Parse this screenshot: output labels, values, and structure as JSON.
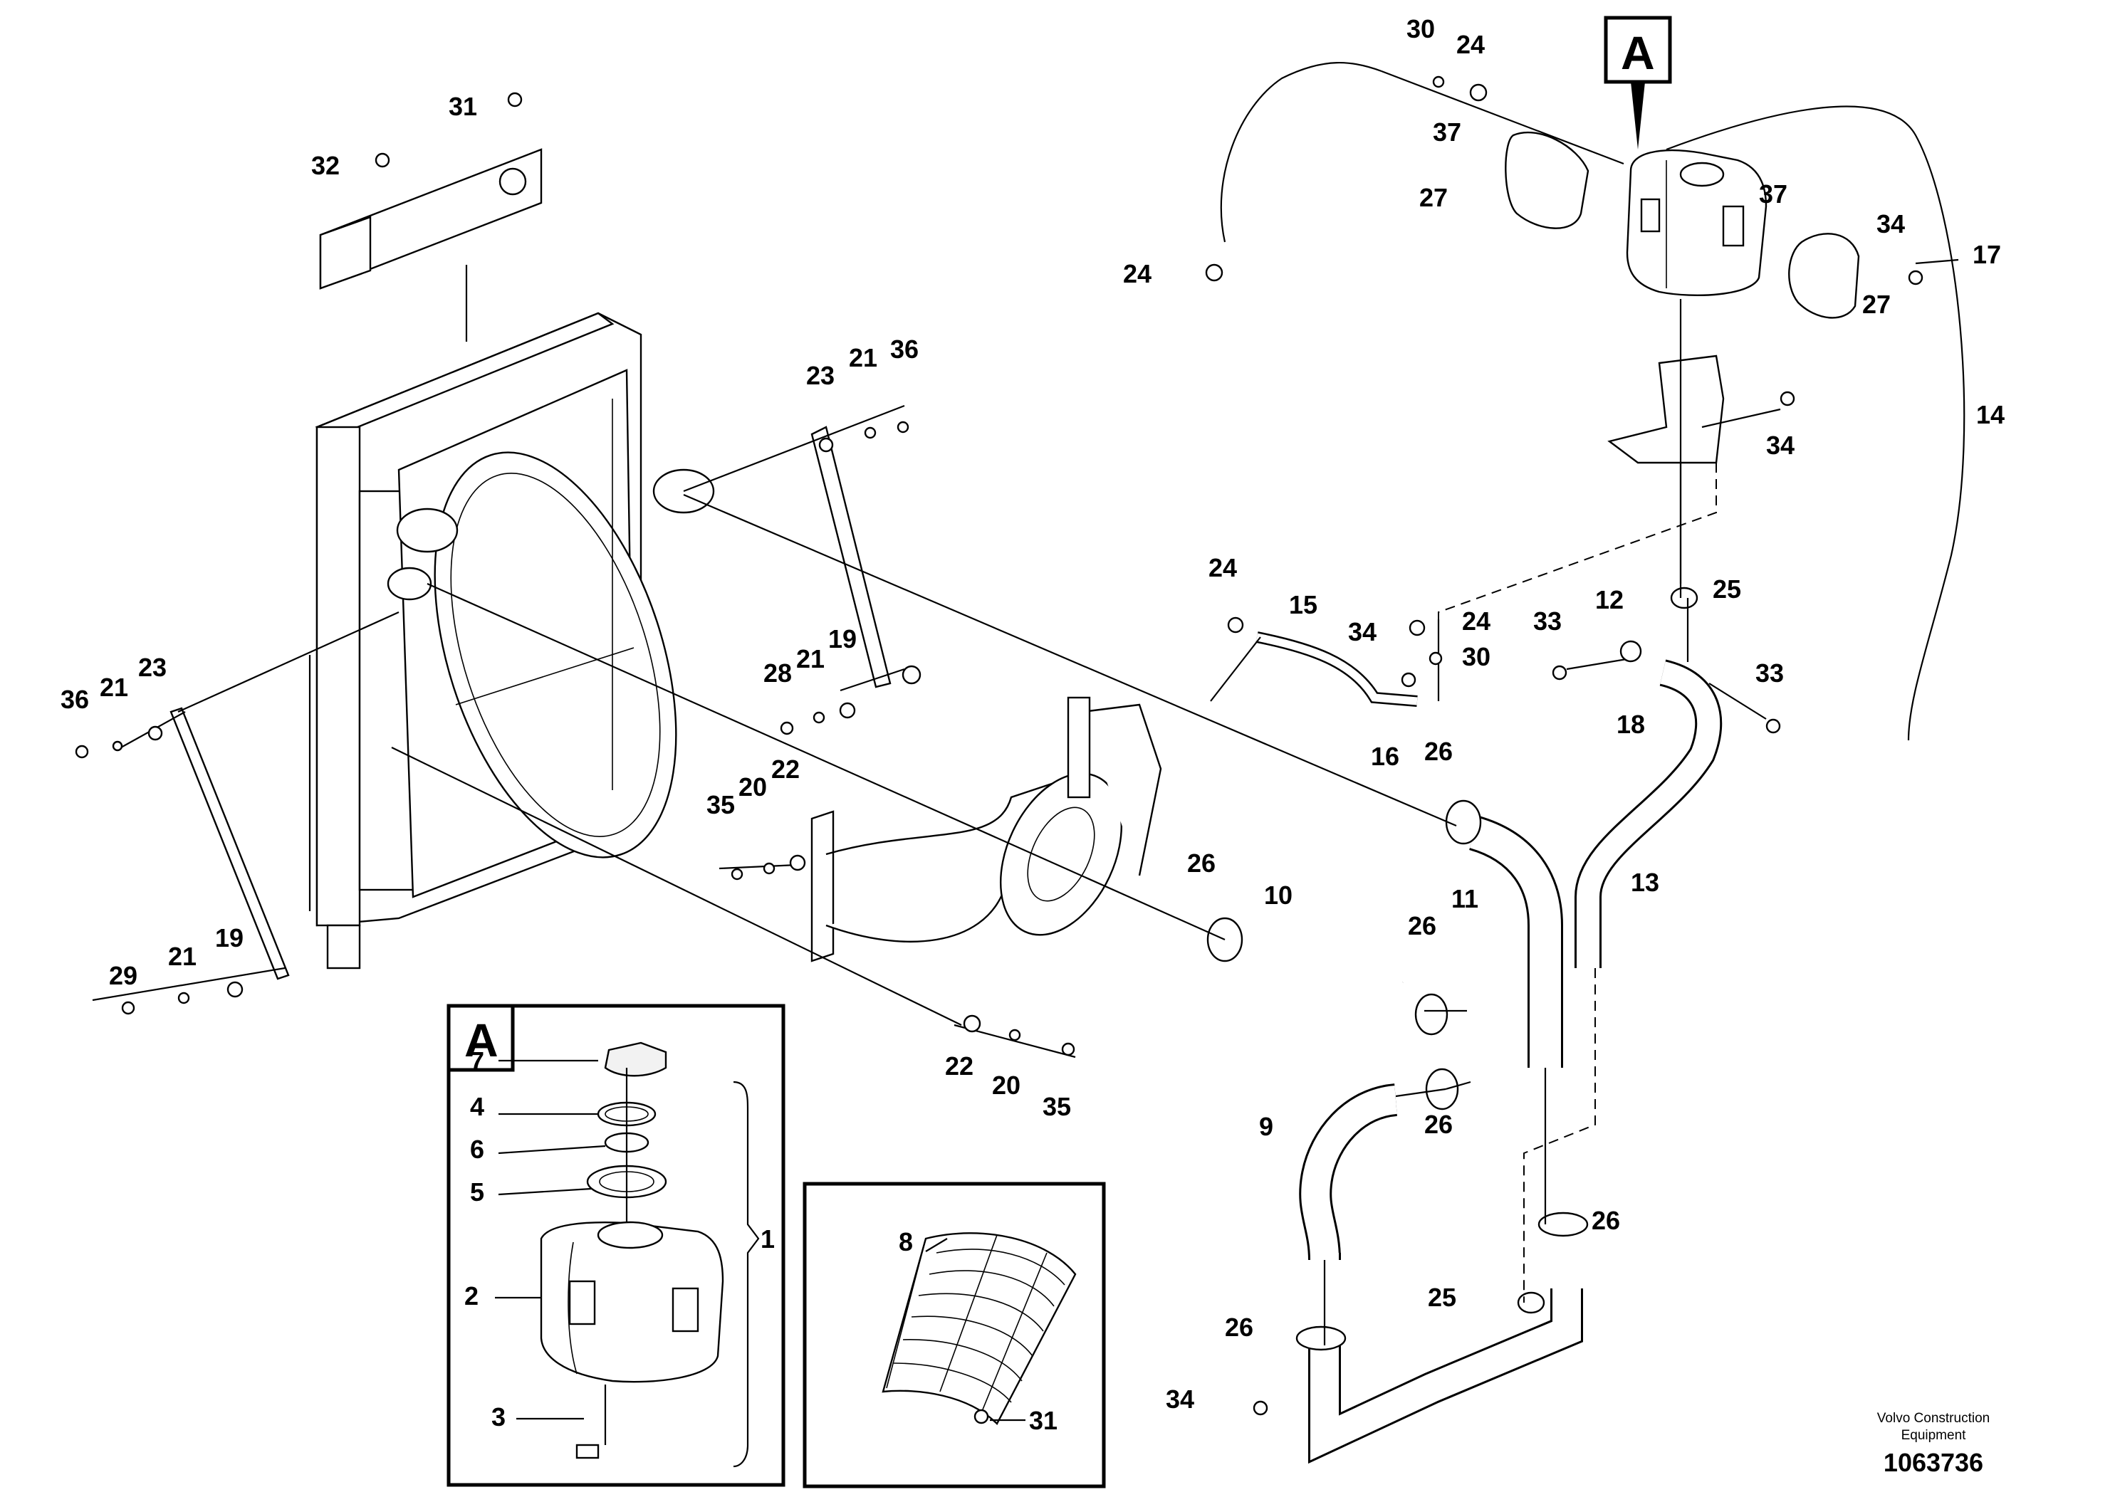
{
  "diagram": {
    "detail_marker": "A",
    "inset_title": "A",
    "brand_line1": "Volvo Construction",
    "brand_line2": "Equipment",
    "doc_number": "1063736"
  },
  "callouts": {
    "c1": "1",
    "c2": "2",
    "c3": "3",
    "c4": "4",
    "c5": "5",
    "c6": "6",
    "c7": "7",
    "c8": "8",
    "c9": "9",
    "c10": "10",
    "c11": "11",
    "c12": "12",
    "c13": "13",
    "c14": "14",
    "c15": "15",
    "c16": "16",
    "c17": "17",
    "c18": "18",
    "c19": "19",
    "c20": "20",
    "c21": "21",
    "c22": "22",
    "c23": "23",
    "c24": "24",
    "c25": "25",
    "c26": "26",
    "c27": "27",
    "c28": "28",
    "c29": "29",
    "c30": "30",
    "c31": "31",
    "c32": "32",
    "c33": "33",
    "c34": "34",
    "c35": "35",
    "c36": "36",
    "c37": "37"
  }
}
